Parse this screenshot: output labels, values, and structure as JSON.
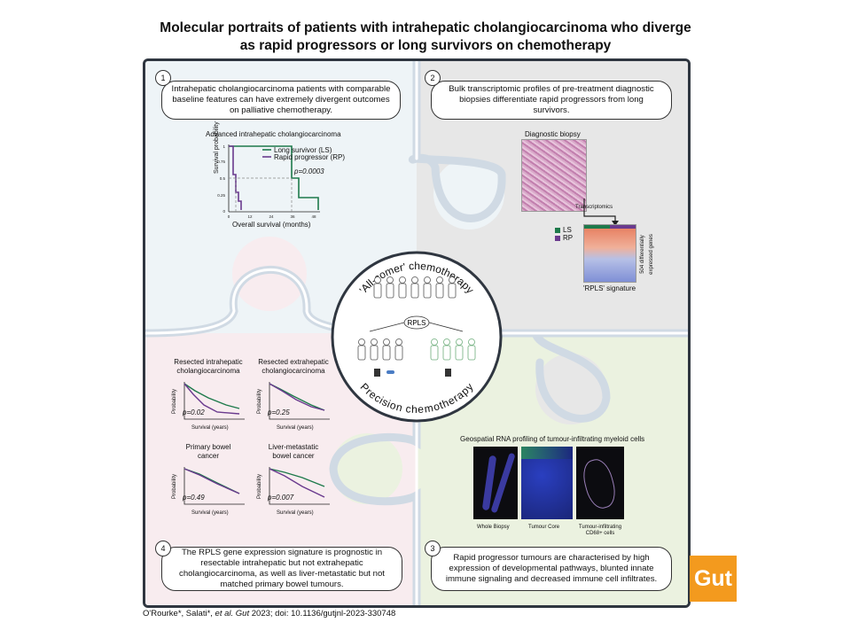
{
  "title_line1": "Molecular portraits of patients with intrahepatic cholangiocarcinoma who diverge",
  "title_line2": "as rapid progressors or long survivors on chemotherapy",
  "panel1": {
    "number": "1",
    "text": "Intrahepatic cholangiocarcinoma patients with comparable baseline features can have extremely divergent outcomes on palliative chemotherapy.",
    "chart_title": "Advanced intrahepatic cholangiocarcinoma",
    "ylabel": "Survival probability",
    "xlabel": "Overall survival (months)",
    "legend_ls": "Long survivor (LS)",
    "legend_rp": "Rapid progressor (RP)",
    "pvalue": "p=0.0003"
  },
  "panel2": {
    "number": "2",
    "text": "Bulk transcriptomic profiles of pre-treatment diagnostic biopsies differentiate rapid progressors from long survivors.",
    "biopsy_label": "Diagnostic biopsy",
    "transcriptomics_label": "Transcriptomics",
    "legend_ls": "LS",
    "legend_rp": "RP",
    "genes_label": "504 differentially expressed genes",
    "signature_label": "'RPLS' signature"
  },
  "center": {
    "top_text": "'All-comer' chemotherapy",
    "bottom_text": "Precision chemotherapy",
    "rpls_label": "RPLS"
  },
  "panel3": {
    "number": "3",
    "text": "Rapid progressor tumours are characterised by high expression of developmental pathways, blunted innate immune signaling and decreased immune cell infiltrates.",
    "header": "Geospatial RNA profiling of tumour-infiltrating myeloid cells",
    "img1_label": "Whole Biopsy",
    "img2_label": "Tumour Core",
    "img3_label_line1": "Tumour-infiltrating",
    "img3_label_line2": "CD68+ cells"
  },
  "panel4": {
    "number": "4",
    "text": "The RPLS gene expression signature is prognostic in resectable intrahepatic but not extrahepatic cholangiocarcinoma, as well as liver-metastatic but not matched primary bowel tumours.",
    "plots": [
      {
        "title1": "Resected intrahepatic",
        "title2": "cholangiocarcinoma",
        "pvalue": "p=0.02"
      },
      {
        "title1": "Resected extrahepatic",
        "title2": "cholangiocarcinoma",
        "pvalue": "p=0.25"
      },
      {
        "title1": "Primary bowel",
        "title2": "cancer",
        "pvalue": "p=0.49"
      },
      {
        "title1": "Liver-metastatic",
        "title2": "bowel cancer",
        "pvalue": "p=0.007"
      }
    ],
    "ylabel": "Probability",
    "xlabel": "Survival (years)"
  },
  "journal": "Gut",
  "citation_authors": "O'Rourke*, Salati*, ",
  "citation_etal": "et al. Gut",
  "citation_rest": " 2023; doi: 10.1136/gutjnl-2023-330748",
  "colors": {
    "ls": "#1e7a4b",
    "rp": "#6a3a8e",
    "gut": "#f39a1e"
  }
}
